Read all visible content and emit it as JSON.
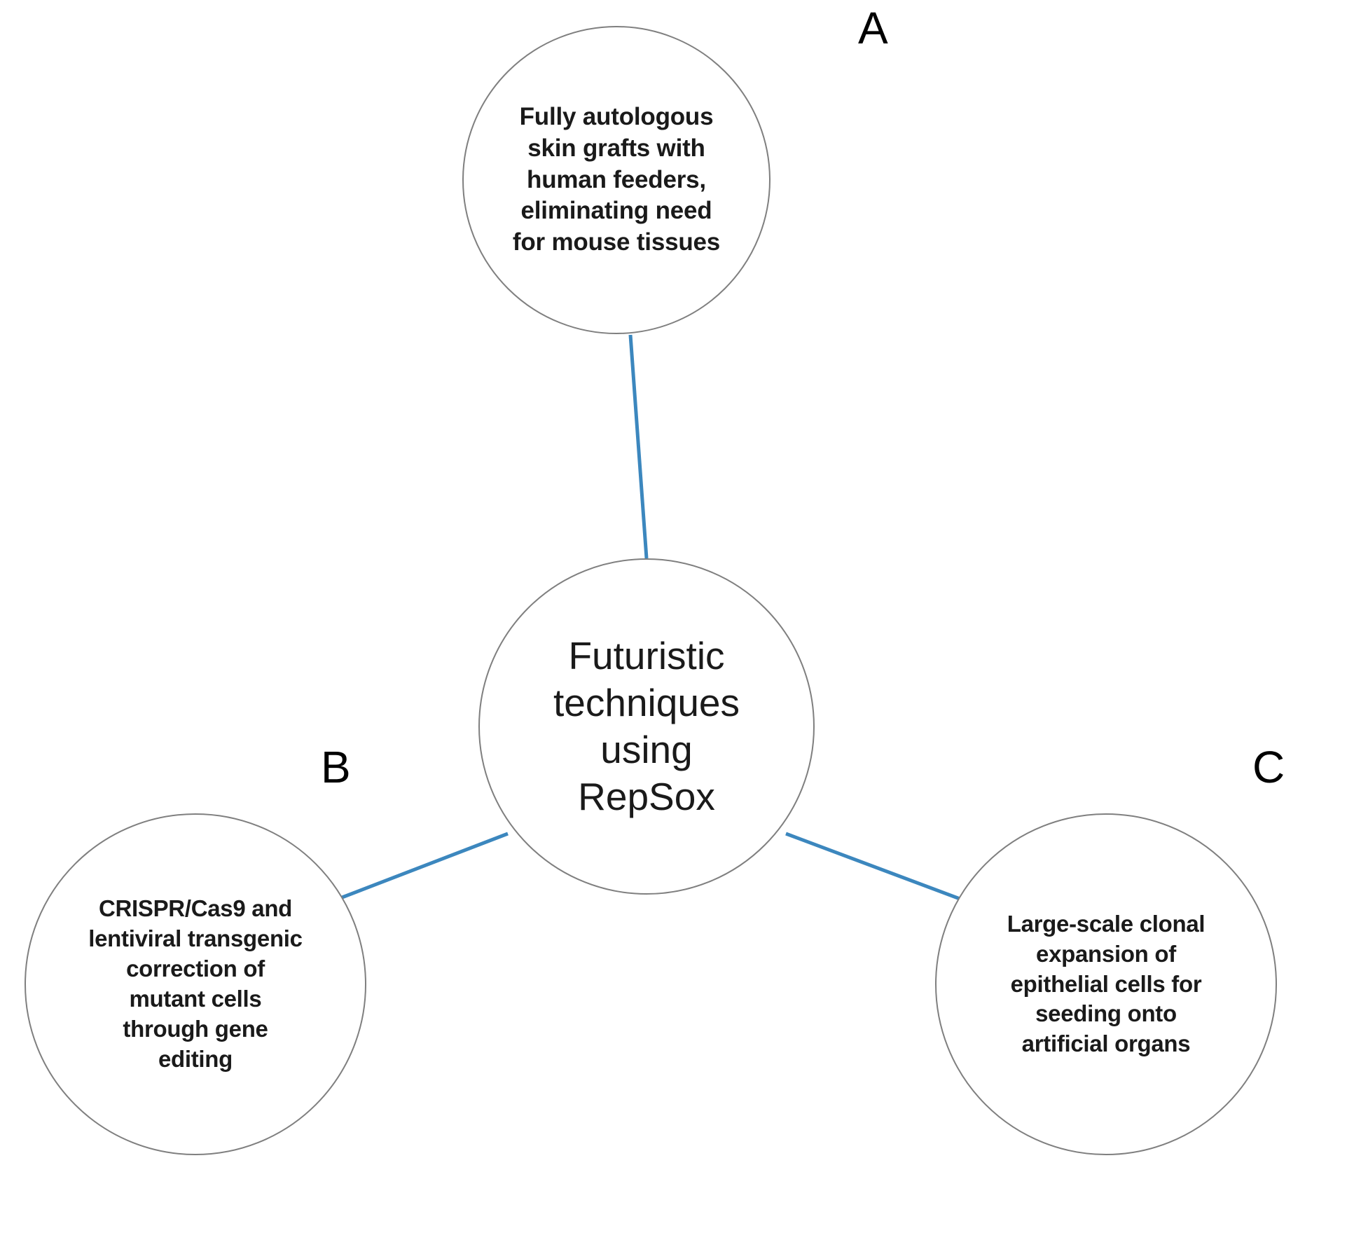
{
  "figure": {
    "type": "concept-map",
    "background_color": "#ffffff",
    "circle_border_color": "#7f7f7f",
    "connector_color": "#3c87be",
    "text_color": "#1a1a1a"
  },
  "center_node": {
    "id": "center",
    "text": "Futuristic\ntechniques\nusing\nRepSox"
  },
  "panel_labels": [
    {
      "id": "A",
      "text": "A"
    },
    {
      "id": "B",
      "text": "B"
    },
    {
      "id": "C",
      "text": "C"
    }
  ],
  "branch_nodes": [
    {
      "id": "A",
      "position": "top",
      "text": "Fully autologous\nskin grafts with\nhuman feeders,\neliminating need\nfor mouse tissues"
    },
    {
      "id": "B",
      "position": "bottom-left",
      "text": "CRISPR/Cas9 and\nlentiviral transgenic\ncorrection of\nmutant cells\nthrough gene\nediting"
    },
    {
      "id": "C",
      "position": "bottom-right",
      "text": "Large-scale clonal\nexpansion of\nepithelial cells for\nseeding onto\nartificial organs"
    }
  ],
  "connectors": [
    {
      "from": "center",
      "to": "A"
    },
    {
      "from": "center",
      "to": "B"
    },
    {
      "from": "center",
      "to": "C"
    }
  ]
}
